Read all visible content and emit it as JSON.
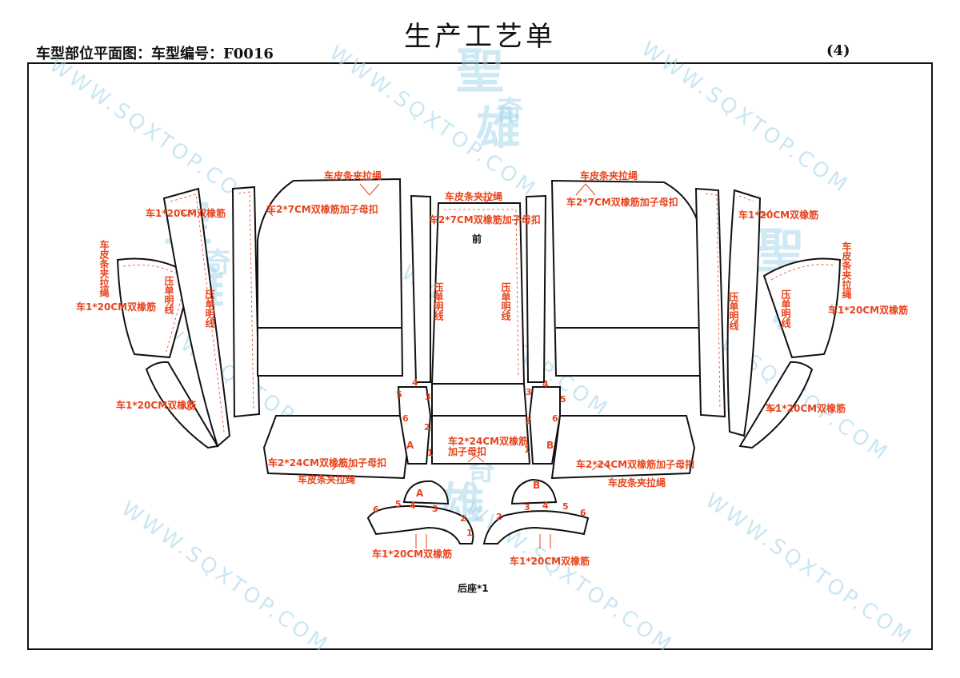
{
  "header": {
    "title": "生产工艺单",
    "subtitle": "车型部位平面图：车型编号：F0016",
    "page_number": "(4)"
  },
  "watermark": {
    "url_text": "WWW.SQXTOP.COM",
    "logo_chars": [
      "聖",
      "奇",
      "雄"
    ]
  },
  "labels": {
    "strap": "车皮条夹拉绳",
    "band_2x7": "车2*7CM双橡筋加子母扣",
    "band_1x20": "车1*20CM双橡筋",
    "press_line": "压单明线",
    "band_2x24": "车2*24CM双橡筋加子母扣",
    "band_2x24_a": "车2*24CM双橡筋",
    "band_2x24_b": "加子母扣",
    "front": "前",
    "mark_a": "A",
    "mark_b": "B",
    "footer": "后座*1"
  },
  "seam_numbers": [
    "1",
    "2",
    "3",
    "4",
    "5",
    "6"
  ],
  "colors": {
    "annotation": "#e8441c",
    "outline": "#111111",
    "watermark": "#9fd3ea"
  }
}
